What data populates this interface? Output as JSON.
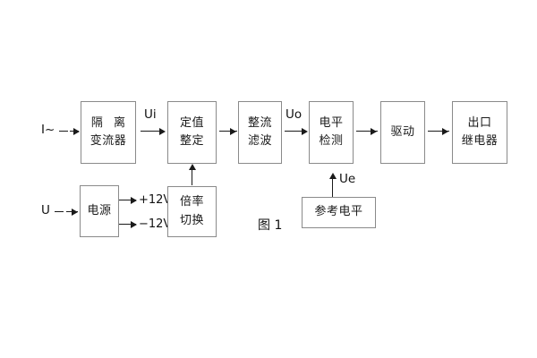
{
  "figure": {
    "caption": "图 1",
    "background": "#ffffff",
    "box_border_color": "#8a8a8a",
    "line_color": "#1a1a1a"
  },
  "blocks": [
    {
      "id": "isolation-ct",
      "lines": [
        "隔 离",
        "变流器"
      ]
    },
    {
      "id": "setting-value",
      "lines": [
        "定值",
        "整定"
      ]
    },
    {
      "id": "rectify-filter",
      "lines": [
        "整流",
        "滤波"
      ]
    },
    {
      "id": "level-detect",
      "lines": [
        "电平",
        "检测"
      ]
    },
    {
      "id": "drive",
      "lines": [
        "驱动"
      ]
    },
    {
      "id": "output-relay",
      "lines": [
        "出口",
        "继电器"
      ]
    },
    {
      "id": "power-supply",
      "lines": [
        "电源"
      ]
    },
    {
      "id": "multiplier-switch",
      "lines": [
        "倍率",
        "切换"
      ]
    },
    {
      "id": "reference-level",
      "lines": [
        "参考电平"
      ]
    }
  ],
  "signals": {
    "current_input": "I~",
    "voltage_input": "U",
    "ui": "Ui",
    "uo": "Uo",
    "ue": "Ue",
    "rail_positive": "+12V",
    "rail_negative": "−12V"
  }
}
